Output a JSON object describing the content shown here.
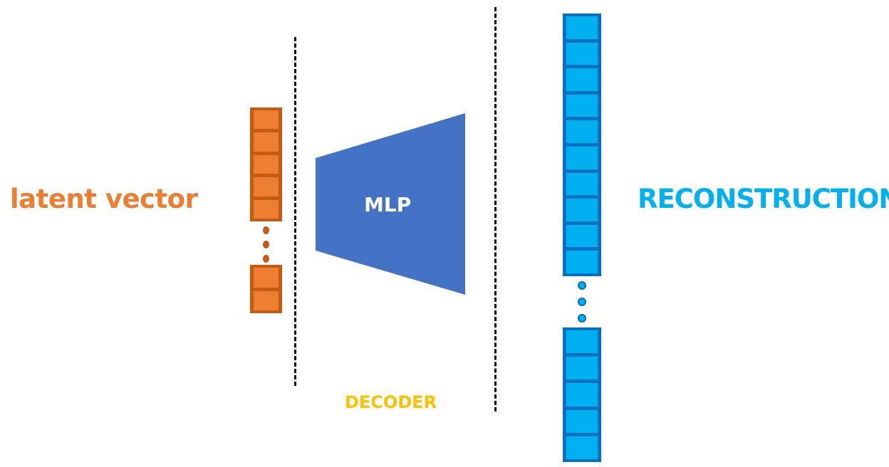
{
  "labels": {
    "input": "latent vector",
    "output": "RECONSTRUCTION",
    "stage": "DECODER",
    "network": "MLP"
  },
  "colors": {
    "latent_fill": "#ED7D31",
    "latent_border": "#C55A11",
    "output_fill": "#00B0F0",
    "output_border": "#0070C0",
    "mlp_fill": "#4472C4",
    "decoder_text": "#FFC000",
    "divider": "#000000"
  },
  "shapes": {
    "latent_vector": {
      "top_block_cells": 5,
      "bottom_block_cells": 2,
      "ellipsis_dots": 3
    },
    "reconstruction_vector": {
      "top_block_cells": 10,
      "bottom_block_cells": 5,
      "ellipsis_dots": 3
    },
    "mlp": "trapezoid-widening-right",
    "dividers": "dashed-vertical"
  }
}
